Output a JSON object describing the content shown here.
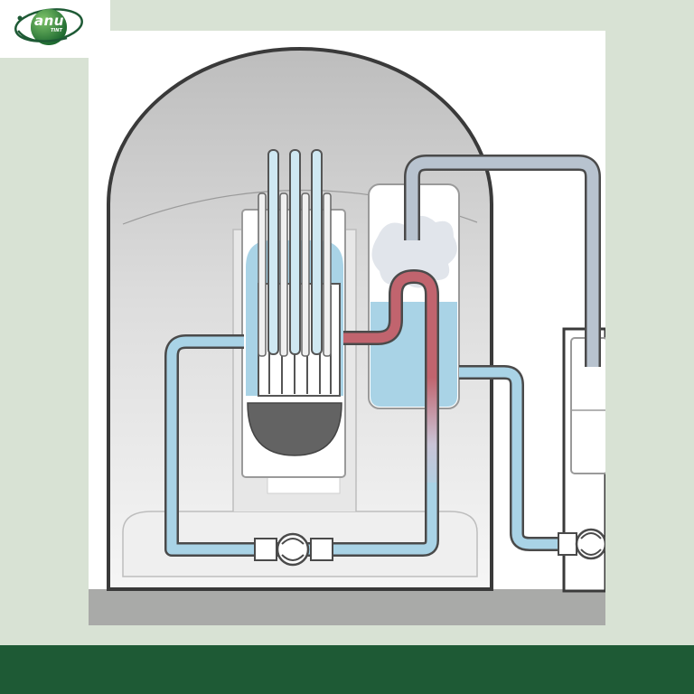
{
  "logo": {
    "text": "anu",
    "subtext": "TINT",
    "colors": {
      "ring": "#1e5a35",
      "fill": "#2e8b3e",
      "text": "#ffffff"
    }
  },
  "diagram": {
    "components": [
      "containment-dome",
      "reactor-vessel",
      "control-rods",
      "fuel-assembly",
      "steam-generator",
      "reactor-coolant-pump",
      "feedwater-pump",
      "primary-cold-leg",
      "primary-hot-leg",
      "steam-line",
      "turbine-building"
    ],
    "colors": {
      "coolant_cold": "#a9d3e6",
      "coolant_hot": "#c1646e",
      "steam": "#b8c3cf",
      "dome": "#c9c9c9",
      "outline": "#3a3a3a",
      "ground": "#a9aaa8"
    }
  },
  "layout": {
    "colors": {
      "background": "#d8e2d4",
      "footer": "#1e5a35",
      "panel": "#ffffff"
    }
  }
}
